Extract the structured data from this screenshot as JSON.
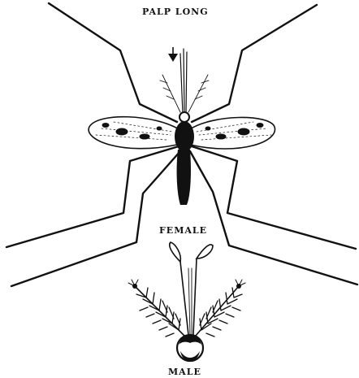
{
  "figure": {
    "title": "PALP LONG",
    "labels": {
      "female": "FEMALE",
      "male": "MALE"
    },
    "colors": {
      "ink": "#111111",
      "background": "#ffffff"
    },
    "icons": {
      "female": "mosquito-female-icon",
      "male_head": "mosquito-male-head-icon",
      "pointer": "down-arrow-icon"
    }
  }
}
